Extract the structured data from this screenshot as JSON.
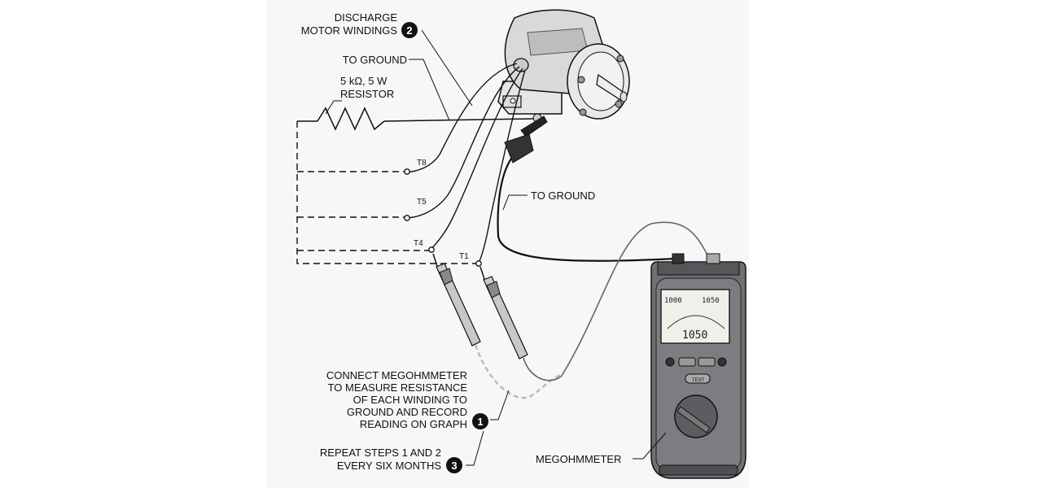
{
  "labels": {
    "discharge_line1": "DISCHARGE",
    "discharge_line2": "MOTOR WINDINGS",
    "to_ground_top": "TO GROUND",
    "resistor_line1": "5 kΩ, 5 W",
    "resistor_line2": "RESISTOR",
    "to_ground_right": "TO GROUND",
    "t8": "T8",
    "t5": "T5",
    "t4": "T4",
    "t1": "T1",
    "connect_line1": "CONNECT MEGOHMMETER",
    "connect_line2": "TO MEASURE RESISTANCE",
    "connect_line3": "OF EACH WINDING TO",
    "connect_line4": "GROUND AND RECORD",
    "connect_line5": "READING ON GRAPH",
    "repeat_line1": "REPEAT STEPS 1 AND 2",
    "repeat_line2": "EVERY SIX MONTHS",
    "megohmmeter": "MEGOHMMETER"
  },
  "steps": {
    "step1": "1",
    "step2": "2",
    "step3": "3"
  },
  "meter": {
    "display_left": "1000",
    "display_right": "1050",
    "display_main": "1050",
    "test_button": "TEST"
  },
  "colors": {
    "background_panel": "#f7f7f8",
    "meter_body": "#6e7073",
    "line": "#111111"
  }
}
